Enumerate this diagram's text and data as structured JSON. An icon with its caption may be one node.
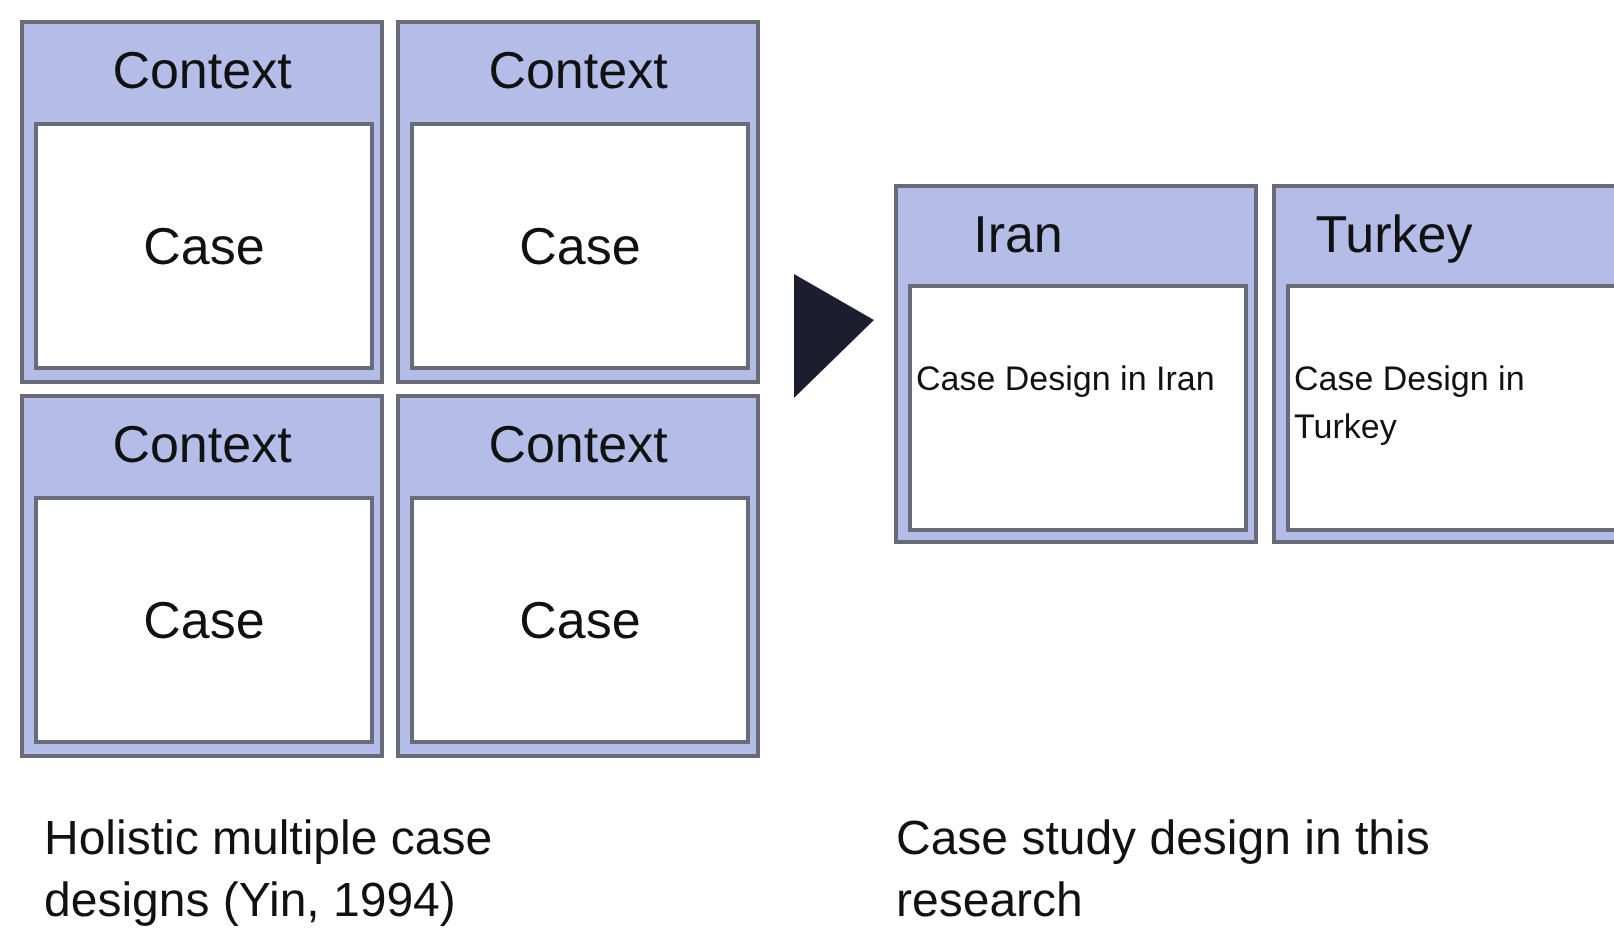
{
  "diagram": {
    "nodes": [
      {
        "text": [
          "Context"
        ]
      },
      {
        "text": [
          "Case"
        ],
        "in": 0
      },
      {
        "text": [
          "Context"
        ]
      },
      {
        "text": [
          "Case"
        ],
        "in": 2
      },
      {
        "text": [
          "Context"
        ]
      },
      {
        "text": [
          "Case"
        ],
        "in": 4
      },
      {
        "text": [
          "Context"
        ]
      },
      {
        "text": [
          "Case"
        ],
        "in": 6
      },
      {
        "text": [
          "Iran"
        ]
      },
      {
        "text": [
          "Case Design in Iran"
        ],
        "in": 8
      },
      {
        "text": [
          "Turkey"
        ]
      },
      {
        "text": [
          "Case Design in Turkey"
        ],
        "in": 10
      }
    ],
    "edges": [
      {
        "from": 3,
        "to": 9,
        "arrow": "to"
      }
    ],
    "labels": [
      "Holistic multiple case designs (Yin, 1994)",
      "Case study design in this research"
    ]
  }
}
